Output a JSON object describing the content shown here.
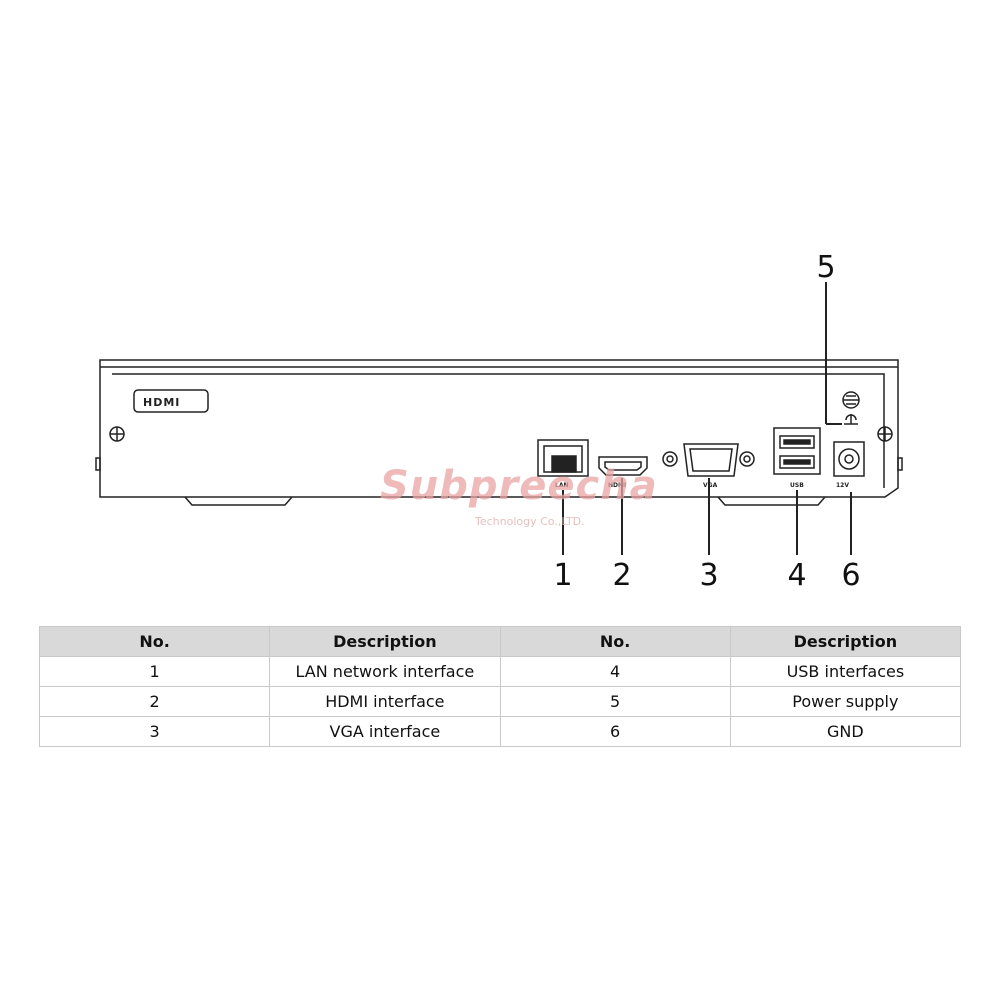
{
  "callouts": [
    "1",
    "2",
    "3",
    "4",
    "5",
    "6"
  ],
  "panel_labels": {
    "hdmi_logo": "HDMI",
    "lan": "LAN",
    "hdmi": "HDMI",
    "vga": "VGA",
    "usb": "USB",
    "power": "12V"
  },
  "watermark": {
    "brand": "Subpreecha",
    "sub": "Technology Co.,LTD."
  },
  "table": {
    "headers": [
      "No.",
      "Description",
      "No.",
      "Description"
    ],
    "rows": [
      [
        "1",
        "LAN network interface",
        "4",
        "USB interfaces"
      ],
      [
        "2",
        "HDMI interface",
        "5",
        "Power supply"
      ],
      [
        "3",
        "VGA interface",
        "6",
        "GND"
      ]
    ]
  },
  "colors": {
    "line": "#222222",
    "header_bg": "#d9d9d9",
    "border": "#c9c9c9",
    "watermark": "#e9a3a3"
  }
}
